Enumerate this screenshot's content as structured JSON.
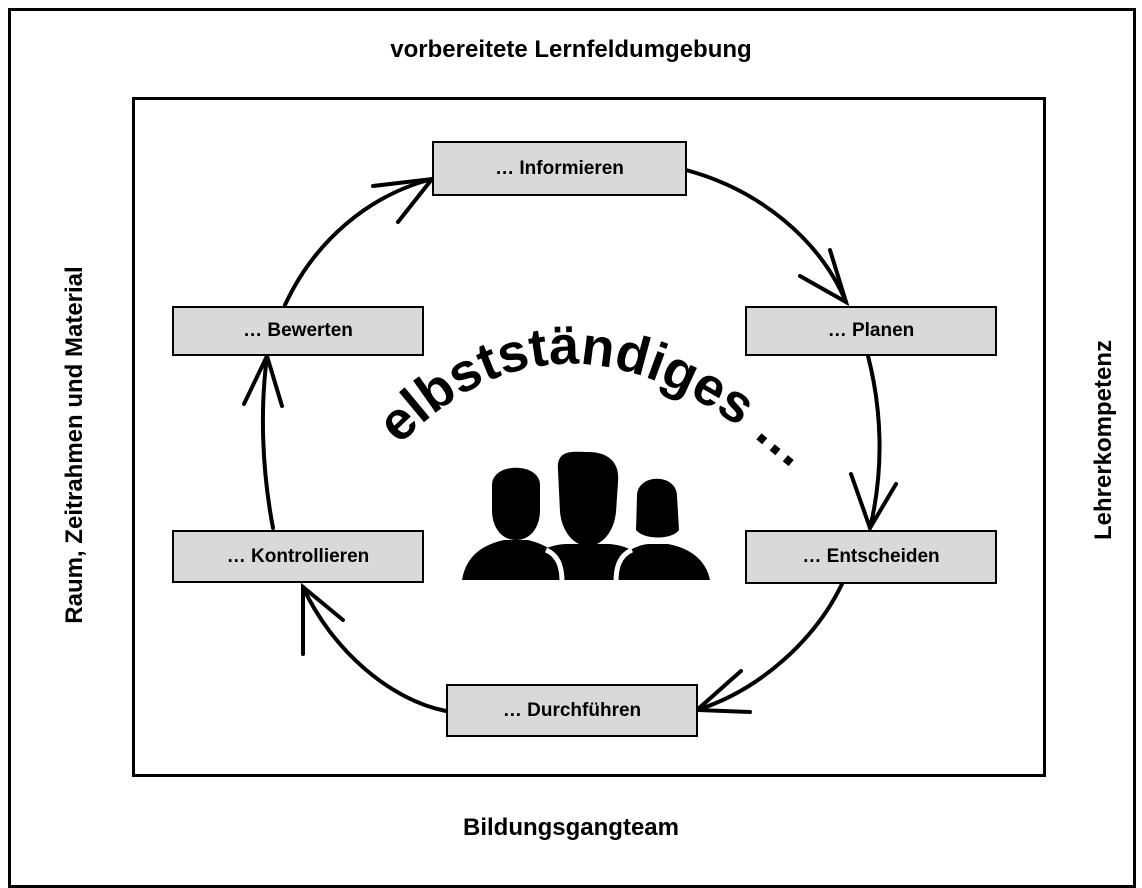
{
  "labels": {
    "top": "vorbereitete Lernfeldumgebung",
    "bottom": "Bildungsgangteam",
    "left": "Raum, Zeitrahmen und Material",
    "right": "Lehrerkompetenz"
  },
  "center_text": "selbstständiges …",
  "steps": [
    {
      "label": "… Informieren"
    },
    {
      "label": "… Planen"
    },
    {
      "label": "… Entscheiden"
    },
    {
      "label": "… Durchführen"
    },
    {
      "label": "… Kontrollieren"
    },
    {
      "label": "… Bewerten"
    }
  ],
  "icons": {
    "center": "people-group-icon"
  },
  "colors": {
    "box_fill": "#d9d9d9",
    "line": "#000000"
  }
}
